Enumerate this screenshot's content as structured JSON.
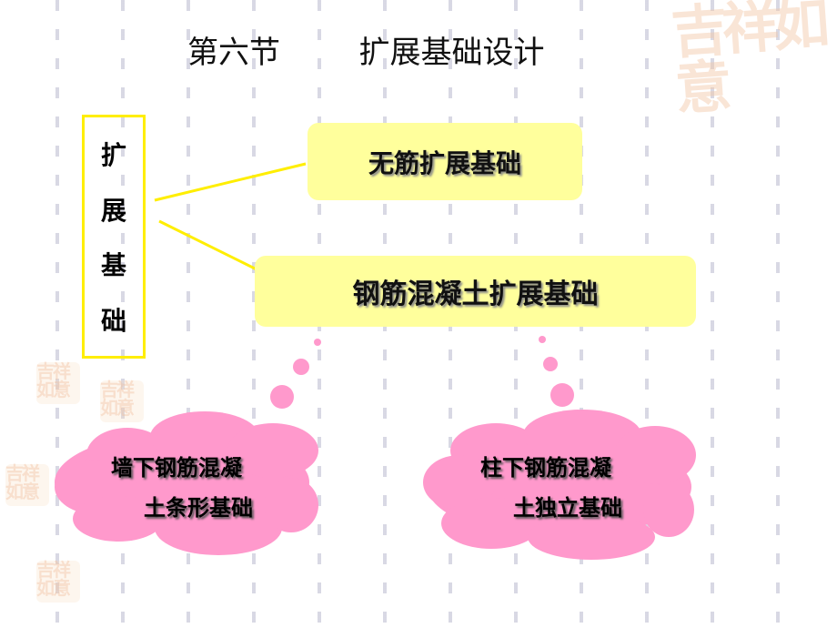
{
  "slide": {
    "title": "第六节        扩展基础设计",
    "decor_seal_text": "吉祥如意",
    "left_label": [
      "扩",
      "展",
      "基",
      "础"
    ],
    "box_plain": "无筋扩展基础",
    "box_rc": "钢筋混凝土扩展基础",
    "cloud_left": [
      "墙下钢筋混凝",
      "土条形基础"
    ],
    "cloud_right": [
      "柱下钢筋混凝",
      "土独立基础"
    ]
  },
  "colors": {
    "box_fill": "#ffff9c",
    "frame": "#ffee00",
    "cloud": "#ff99cc",
    "connector": "#ffee00"
  }
}
